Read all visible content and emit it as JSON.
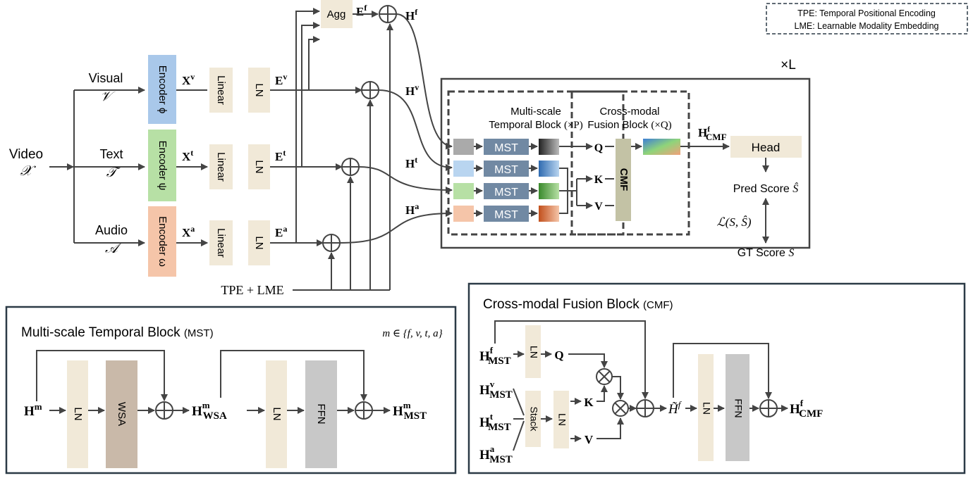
{
  "legend": {
    "line1": "TPE: Temporal Positional Encoding",
    "line2": "LME: Learnable Modality Embedding"
  },
  "input": {
    "label": "Video",
    "symbol": "𝒳"
  },
  "modalities": [
    {
      "name": "Visual",
      "symbol": "𝒱",
      "encoder": "Encoder ϕ",
      "x_sup": "v",
      "e_sup": "v",
      "h_sup": "v",
      "color": "#a9c8ea"
    },
    {
      "name": "Text",
      "symbol": "𝒯",
      "encoder": "Encoder ψ",
      "x_sup": "t",
      "e_sup": "t",
      "h_sup": "t",
      "color": "#b7e0a5"
    },
    {
      "name": "Audio",
      "symbol": "𝒜",
      "encoder": "Encoder ω",
      "x_sup": "a",
      "e_sup": "a",
      "h_sup": "a",
      "color": "#f5c5a9"
    }
  ],
  "common": {
    "X": "X",
    "E": "E",
    "H": "H",
    "linear": "Linear",
    "ln": "LN",
    "agg": "Agg",
    "f": "f",
    "tpe_lme": "TPE + LME"
  },
  "main_block": {
    "repeat": "×L",
    "mst_title1": "Multi-scale",
    "mst_title2": "Temporal Block ",
    "mst_repeat": "(×P)",
    "mst_label": "MST",
    "cmf_title1": "Cross-modal",
    "cmf_title2": "Fusion Block ",
    "cmf_repeat": "(×Q)",
    "cmf_label": "CMF",
    "q": "Q",
    "k": "K",
    "v": "V",
    "out_sup": "f",
    "out_sub": "CMF"
  },
  "head": {
    "label": "Head",
    "pred": "Pred Score ",
    "pred_sym": "Ŝ",
    "loss": "ℒ(S, Ŝ)",
    "gt": "GT Score ",
    "gt_sym": "S"
  },
  "mst_panel": {
    "title": "Multi-scale Temporal Block ",
    "title_abbr": "(MST)",
    "domain": "m ∈ {f, v, t, a}",
    "in_sup": "m",
    "ln": "LN",
    "wsa": "WSA",
    "ffn": "FFN",
    "mid_sub": "WSA",
    "out_sub": "MST"
  },
  "cmf_panel": {
    "title": "Cross-modal Fusion Block ",
    "title_abbr": "(CMF)",
    "sub": "MST",
    "sups": [
      "f",
      "v",
      "t",
      "a"
    ],
    "ln": "LN",
    "stack": "Stack",
    "ffn": "FFN",
    "q": "Q",
    "k": "K",
    "v": "V",
    "tilde": "H̃",
    "tilde_sup": "f",
    "out_sup": "f",
    "out_sub": "CMF"
  },
  "colors": {
    "beige": "#f1e9d8",
    "mst": "#7189a3",
    "cmf": "#c3c2a5",
    "wsa": "#c9b9a9",
    "ffn": "#c8c8c8",
    "frame": "#2b3a46"
  }
}
